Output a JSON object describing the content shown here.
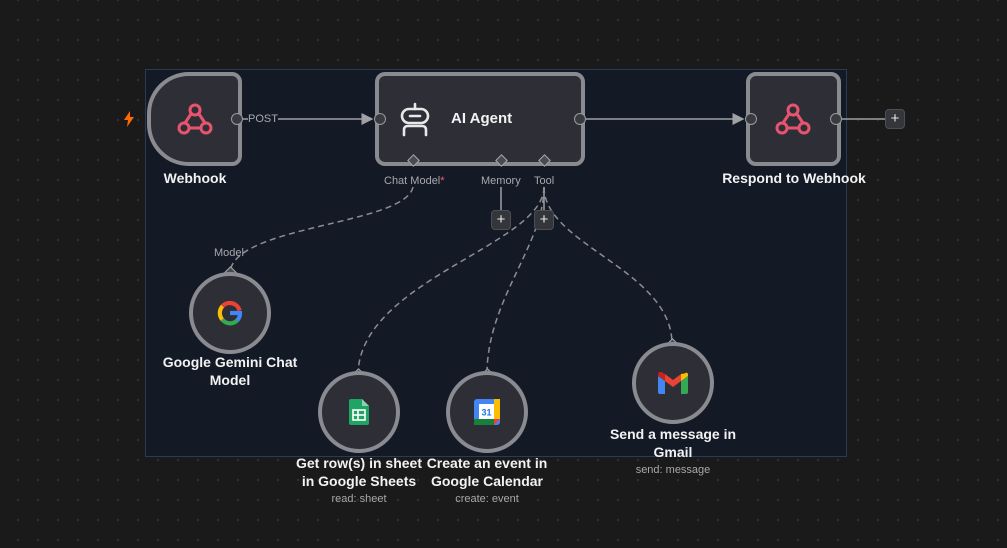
{
  "workflow": {
    "colors": {
      "canvas": "#1a1a1a",
      "node_fill": "#2e2f36",
      "node_border": "#8a8b91",
      "webhook_icon": "#e8546f",
      "trigger_bolt": "#ff6a00",
      "required_marker": "#ff5a5a"
    },
    "nodes": {
      "webhook": {
        "title": "Webhook",
        "icon": "webhook-icon",
        "output_label": "POST"
      },
      "agent": {
        "title": "AI Agent",
        "icon": "robot-icon",
        "ports": {
          "chat_model": "Chat Model",
          "chat_model_required": "*",
          "memory": "Memory",
          "tool": "Tool"
        }
      },
      "respond": {
        "title": "Respond to Webhook",
        "icon": "webhook-icon"
      },
      "gemini": {
        "title": "Google Gemini Chat Model",
        "input_label": "Model",
        "icon": "google-icon"
      },
      "sheets": {
        "title": "Get row(s) in sheet in Google Sheets",
        "subtitle": "read: sheet",
        "icon": "google-sheets-icon"
      },
      "calendar": {
        "title": "Create an event in Google Calendar",
        "subtitle": "create: event",
        "icon": "google-calendar-icon",
        "icon_text": "31"
      },
      "gmail": {
        "title": "Send a message in Gmail",
        "subtitle": "send: message",
        "icon": "gmail-icon"
      }
    },
    "add_button_label": "+"
  }
}
